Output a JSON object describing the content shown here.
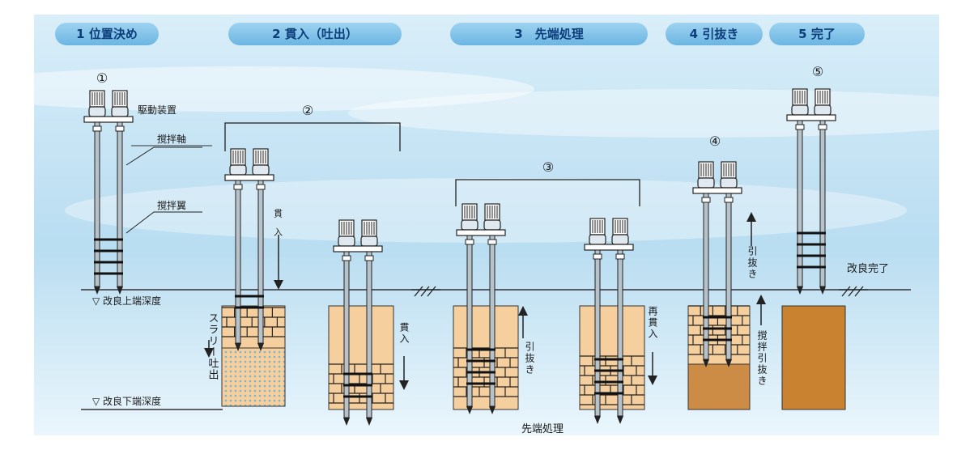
{
  "headers": [
    "1 位置決め",
    "2 貫入（吐出）",
    "3　先端処理",
    "4 引抜き",
    "5 完了"
  ],
  "step_numbers": [
    "①",
    "②",
    "③",
    "④",
    "⑤"
  ],
  "labels": {
    "drive_unit": "駆動装置",
    "mixing_shaft": "撹拌軸",
    "mixing_blade": "撹拌翼",
    "upper_depth": "▽ 改良上端深度",
    "lower_depth": "▽ 改良下端深度",
    "slurry_discharge": "スラリー吐出",
    "penetration_a": "貫入",
    "penetration_b": "貫入",
    "withdraw": "引抜き",
    "repenetration": "再貫入",
    "withdraw_4": "引抜き",
    "mixing_withdraw": "撹拌引抜き",
    "improvement_complete": "改良完了",
    "tip_treatment": "先端処理"
  },
  "colors": {
    "header_fill": "#7ec3ea",
    "header_text": "#0d3d7a",
    "soil_light": "#f6cf9e",
    "soil_dark": "#cc8c45",
    "soil_complete": "#c98230",
    "slurry_dot": "#7fb3c9"
  }
}
